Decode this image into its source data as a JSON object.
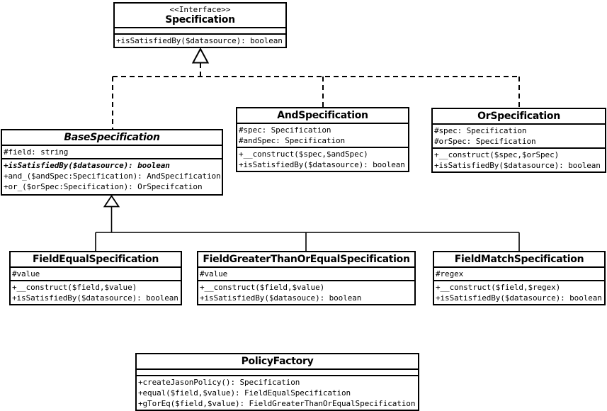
{
  "diagram": {
    "title": "Specification pattern UML class diagram",
    "colors": {
      "line": "#000000",
      "background": "#ffffff"
    },
    "classes": [
      {
        "id": "specification",
        "stereotype": "<<Interface>>",
        "name": "Specification",
        "attributes": [],
        "methods": [
          {
            "text": "+isSatisfiedBy($datasource): boolean"
          }
        ]
      },
      {
        "id": "base-specification",
        "name": "BaseSpecification",
        "abstract": true,
        "attributes": [
          {
            "text": "#field: string"
          }
        ],
        "methods": [
          {
            "text": "+isSatisfiedBy($datasource): boolean",
            "abstract": true
          },
          {
            "text": "+and_($andSpec:Specification): AndSpecification"
          },
          {
            "text": "+or_($orSpec:Specification): OrSpecifcation"
          }
        ]
      },
      {
        "id": "and-specification",
        "name": "AndSpecification",
        "attributes": [
          {
            "text": "#spec: Specification"
          },
          {
            "text": "#andSpec: Specification"
          }
        ],
        "methods": [
          {
            "text": "+__construct($spec,$andSpec)"
          },
          {
            "text": "+isSatisfiedBy($datasource): boolean"
          }
        ]
      },
      {
        "id": "or-specification",
        "name": "OrSpecification",
        "attributes": [
          {
            "text": "#spec: Specification"
          },
          {
            "text": "#orSpec: Specification"
          }
        ],
        "methods": [
          {
            "text": "+__construct($spec,$orSpec)"
          },
          {
            "text": "+isSatisfiedBy($datasource): boolean"
          }
        ]
      },
      {
        "id": "field-equal-specification",
        "name": "FieldEqualSpecification",
        "attributes": [
          {
            "text": "#value"
          }
        ],
        "methods": [
          {
            "text": "+__construct($field,$value)"
          },
          {
            "text": "+isSatisfiedBy($datasource): boolean"
          }
        ]
      },
      {
        "id": "field-greater-than-or-equal-specification",
        "name": "FieldGreaterThanOrEqualSpecification",
        "attributes": [
          {
            "text": "#value"
          }
        ],
        "methods": [
          {
            "text": "+__construct($field,$value)"
          },
          {
            "text": "+isSatisfiedBy($datasouce): boolean"
          }
        ]
      },
      {
        "id": "field-match-specification",
        "name": "FieldMatchSpecification",
        "attributes": [
          {
            "text": "#regex"
          }
        ],
        "methods": [
          {
            "text": "+__construct($field,$regex)"
          },
          {
            "text": "+isSatisfiedBy($datasource): boolean"
          }
        ]
      },
      {
        "id": "policy-factory",
        "name": "PolicyFactory",
        "attributes": [],
        "methods": [
          {
            "text": "+createJasonPolicy(): Specification"
          },
          {
            "text": "+equal($field,$value): FieldEqualSpecification"
          },
          {
            "text": "+gTorEq($field,$value): FieldGreaterThanOrEqualSpecification"
          }
        ]
      }
    ],
    "relations": [
      {
        "type": "realization",
        "from": "BaseSpecification",
        "to": "Specification"
      },
      {
        "type": "realization",
        "from": "AndSpecification",
        "to": "Specification"
      },
      {
        "type": "realization",
        "from": "OrSpecification",
        "to": "Specification"
      },
      {
        "type": "generalization",
        "from": "FieldEqualSpecification",
        "to": "BaseSpecification"
      },
      {
        "type": "generalization",
        "from": "FieldGreaterThanOrEqualSpecification",
        "to": "BaseSpecification"
      },
      {
        "type": "generalization",
        "from": "FieldMatchSpecification",
        "to": "BaseSpecification"
      }
    ]
  }
}
